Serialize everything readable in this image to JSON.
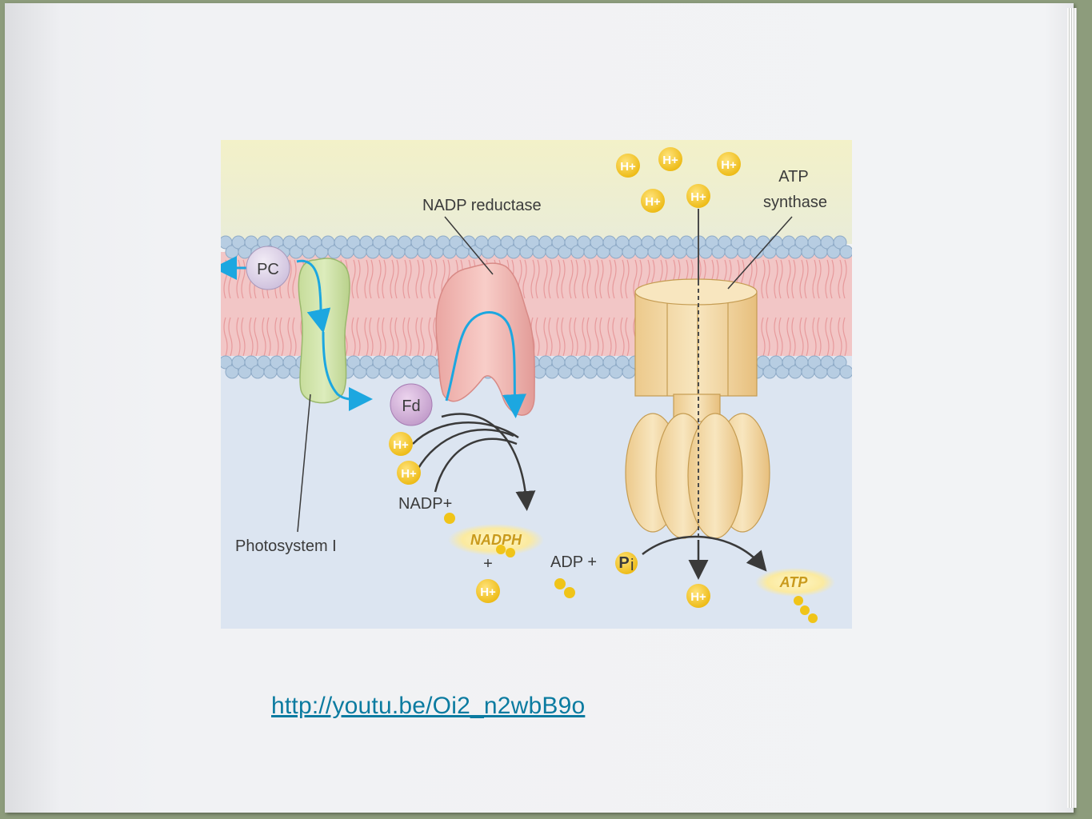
{
  "diagram": {
    "labels": {
      "nadp_reductase": "NADP reductase",
      "atp_synthase_line1": "ATP",
      "atp_synthase_line2": "synthase",
      "pc": "PC",
      "fd": "Fd",
      "photosystem": "Photosystem I",
      "nadp_plus": "NADP+",
      "nadph": "NADPH",
      "plus_sign": "+",
      "adp": "ADP +",
      "pi": "P",
      "pi_sub": "i",
      "atp": "ATP",
      "hplus": "H+"
    },
    "colors": {
      "lumen": "#f2f0c4",
      "stroma": "#dde6f2",
      "membrane_heads": "#a9c0d8",
      "membrane_tails": "#f1c3c4",
      "photosystem": "#cfe3a6",
      "reductase": "#f2b8b4",
      "synthase": "#f3d9a2",
      "proton": "#f0c419",
      "electron_path": "#1ca7e0"
    }
  },
  "link": {
    "text": "http://youtu.be/Oi2_n2wbB9o"
  }
}
